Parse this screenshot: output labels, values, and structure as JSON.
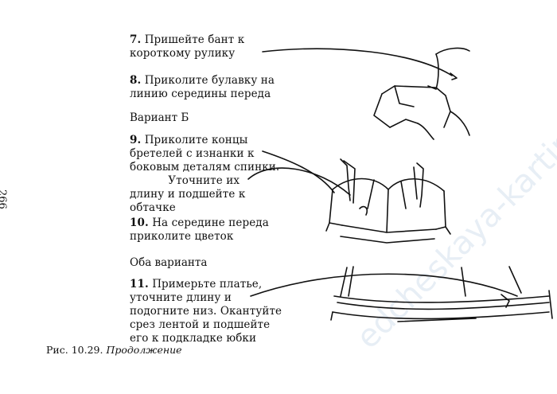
{
  "page_number": "266",
  "steps": [
    {
      "num": "7.",
      "text": " Пришейте бант к\nкороткому рулику"
    },
    {
      "num": "8.",
      "text": " Приколите булавку на\nлинию середины переда"
    },
    {
      "num": "9.",
      "text": " Приколите концы\nбретелей с изнанки к\nбоковым деталям спинки.\n           Уточните их\nдлину и подшейте к\nобтачке"
    },
    {
      "num": "10.",
      "text": " На середине переда\nприколите цветок"
    },
    {
      "num": "11.",
      "text": " Примерьте платье,\nуточните длину и\nподогните низ. Окантуйте\nсрез лентой и подшейте\nего к подкладке юбки"
    }
  ],
  "headings": {
    "variant_b": "Вариант Б",
    "both_variants": "Оба варианта"
  },
  "caption": {
    "label": "Рис. 10.29.",
    "title": "Продолжение"
  },
  "watermark": "edcheskaya-kartine.ru"
}
